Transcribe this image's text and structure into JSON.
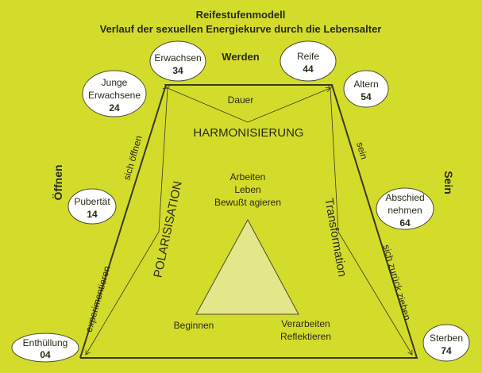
{
  "title": "Reifestufenmodell",
  "subtitle": "Verlauf der sexuellen Energiekurve durch die Lebensalter",
  "labels": {
    "werden": "Werden",
    "oeffnen": "Öffnen",
    "sein_side": "Sein",
    "dauer": "Dauer",
    "harmonisierung": "HARMONISIERUNG",
    "polarisisation": "POLARISISATION",
    "transformation": "Transformation",
    "sich_oeffnen": "sich öffnen",
    "experimentieren": "experimentieren",
    "sein": "sein",
    "sich_zurueck_ziehen": "sich zurück ziehen",
    "center": [
      "Arbeiten",
      "Leben",
      "Bewußt agieren"
    ],
    "beginnen": "Beginnen",
    "verarbeiten": [
      "Verarbeiten",
      "Reflektieren"
    ]
  },
  "stages": [
    {
      "lines": [
        "Enthüllung"
      ],
      "age": "04"
    },
    {
      "lines": [
        "Pubertät"
      ],
      "age": "14"
    },
    {
      "lines": [
        "Junge",
        "Erwachsene"
      ],
      "age": "24"
    },
    {
      "lines": [
        "Erwachsen"
      ],
      "age": "34"
    },
    {
      "lines": [
        "Reife"
      ],
      "age": "44"
    },
    {
      "lines": [
        "Altern"
      ],
      "age": "54"
    },
    {
      "lines": [
        "Abschied",
        "nehmen"
      ],
      "age": "64"
    },
    {
      "lines": [
        "Sterben"
      ],
      "age": "74"
    }
  ],
  "colors": {
    "background": "#d3dc2b",
    "triangle": "#e4e68a",
    "line": "#3a3a20"
  }
}
